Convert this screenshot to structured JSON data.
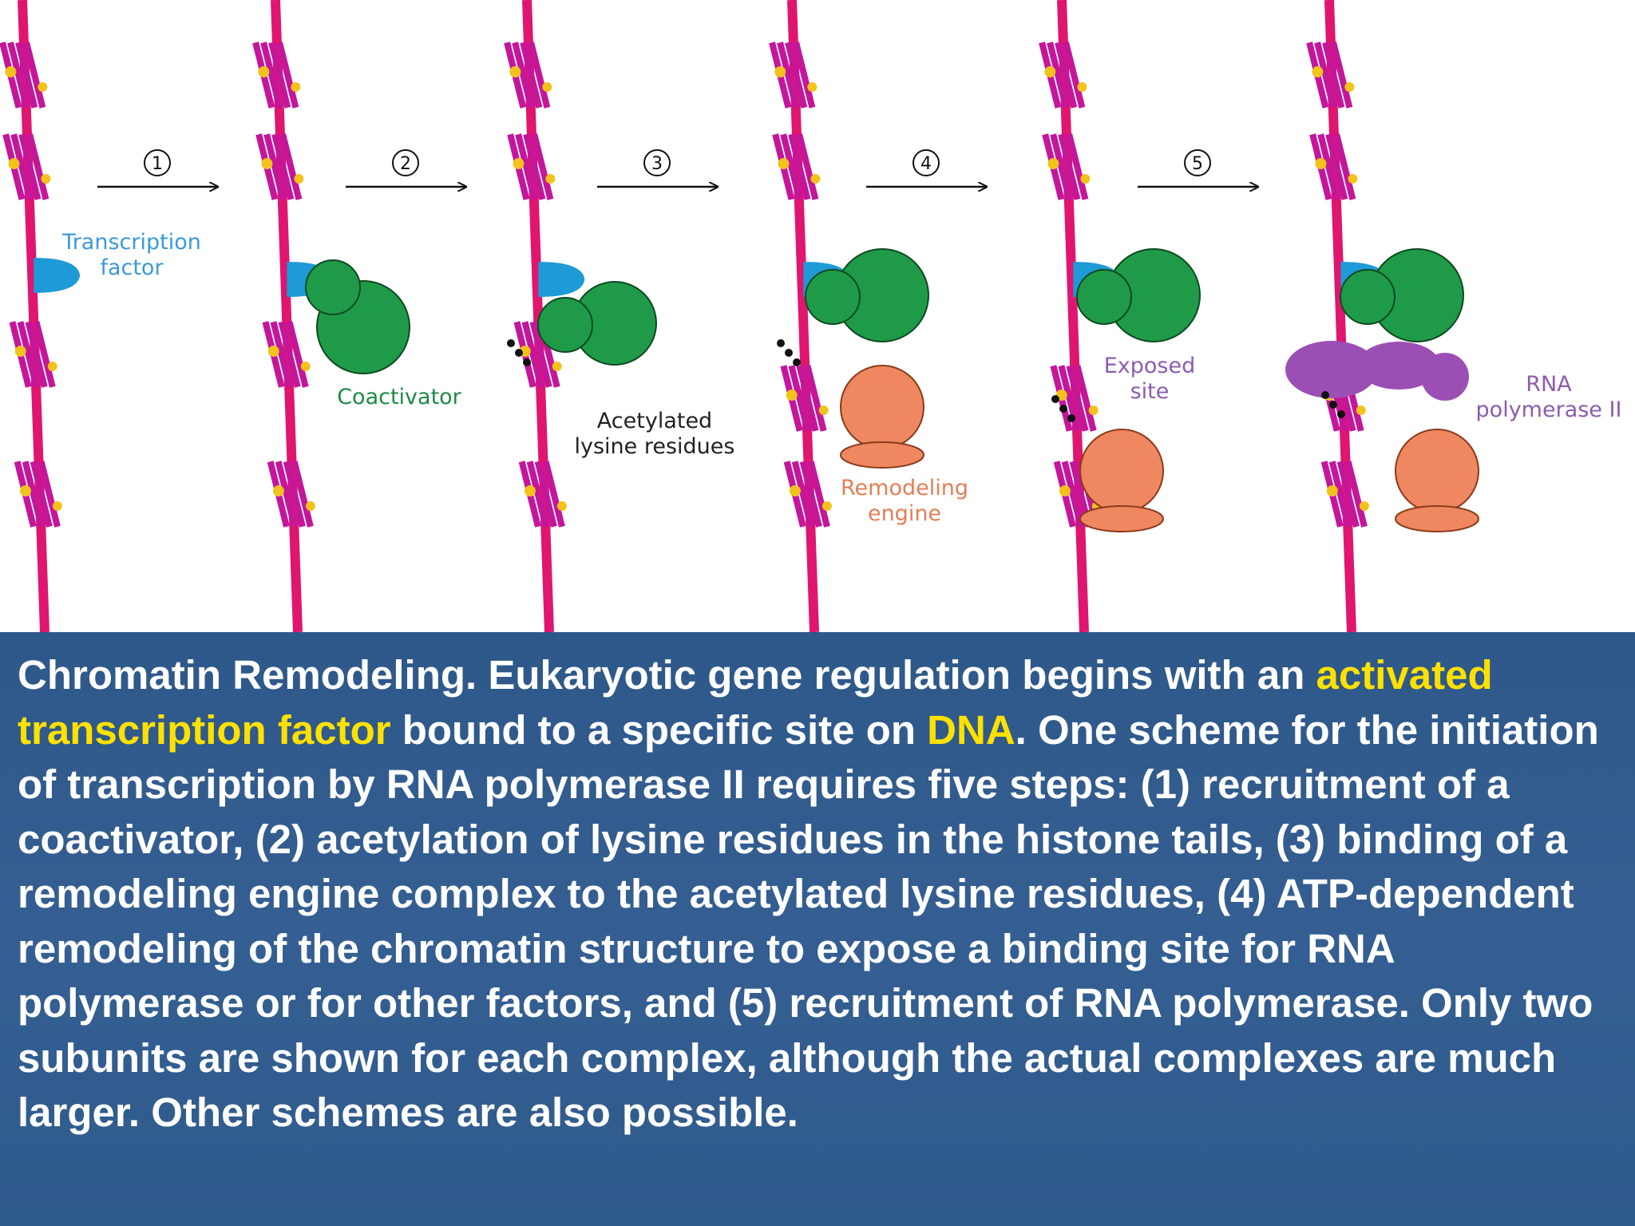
{
  "figure": {
    "steps": [
      {
        "number": "1"
      },
      {
        "number": "2"
      },
      {
        "number": "3"
      },
      {
        "number": "4"
      },
      {
        "number": "5"
      }
    ],
    "labels": {
      "transcription_factor": [
        "Transcription",
        "factor"
      ],
      "coactivator": "Coactivator",
      "acetylated": [
        "Acetylated",
        "lysine residues"
      ],
      "remodeling_engine": [
        "Remodeling",
        "engine"
      ],
      "exposed_site": [
        "Exposed",
        "site"
      ],
      "rna_polymerase": [
        "RNA",
        "polymerase II"
      ]
    },
    "colors": {
      "dna": "#e0156e",
      "histone": "#c4169a",
      "transcription_factor": "#1e9ad6",
      "coactivator": "#1f9a49",
      "remodeling_engine": "#ef8760",
      "rna_polymerase": "#9b4fb5",
      "label_blue": "#3a9ad9",
      "label_green": "#1d8a45",
      "label_orange": "#e57d55",
      "label_purple": "#8c5cb0",
      "highlight": "#ffe100"
    }
  },
  "caption": {
    "s1": "Chromatin Remodeling. Eukaryotic gene regulation begins with an ",
    "h1": "activated transcription factor",
    "s2": " bound to a specific site on ",
    "h2": "DNA",
    "s3": ". One scheme for the initiation of transcription by RNA polymerase II requires five steps: (1) recruitment of a coactivator, (2) acetylation of lysine residues in the histone tails, (3) binding of a remodeling engine complex to the acetylated lysine residues, (4) ATP-dependent remodeling of the chromatin structure to expose a binding site for RNA polymerase or for other factors, and (5) recruitment of RNA polymerase. Only two subunits are shown for each complex, although the actual complexes are much larger. Other schemes are also possible."
  }
}
